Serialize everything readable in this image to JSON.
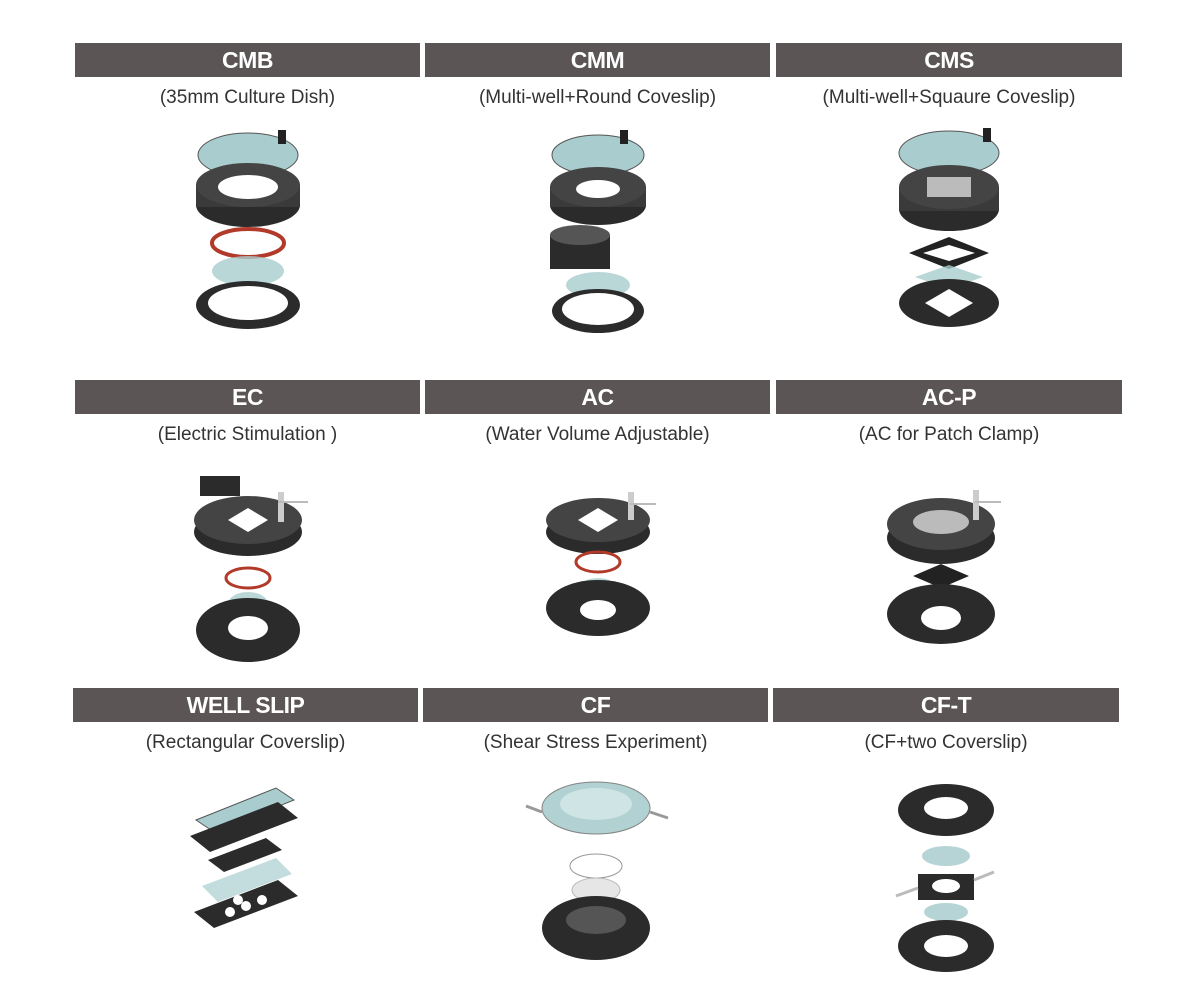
{
  "products": [
    {
      "code": "CMB",
      "desc": "(35mm Culture Dish)",
      "illustration": "cmb-exploded-chamber"
    },
    {
      "code": "CMM",
      "desc": "(Multi-well+Round Coveslip)",
      "illustration": "cmm-exploded-chamber"
    },
    {
      "code": "CMS",
      "desc": "(Multi-well+Squaure Coveslip)",
      "illustration": "cms-exploded-chamber"
    },
    {
      "code": "EC",
      "desc": "(Electric Stimulation )",
      "illustration": "ec-exploded-chamber"
    },
    {
      "code": "AC",
      "desc": "(Water Volume Adjustable)",
      "illustration": "ac-exploded-chamber"
    },
    {
      "code": "AC-P",
      "desc": "(AC for Patch Clamp)",
      "illustration": "acp-exploded-chamber"
    },
    {
      "code": "WELL SLIP",
      "desc": "(Rectangular Coverslip)",
      "illustration": "wellslip-exploded-chamber"
    },
    {
      "code": "CF",
      "desc": "(Shear Stress Experiment)",
      "illustration": "cf-exploded-chamber"
    },
    {
      "code": "CF-T",
      "desc": "(CF+two Coverslip)",
      "illustration": "cft-exploded-chamber"
    }
  ],
  "colors": {
    "header_bg": "#5b5555",
    "header_text": "#ffffff",
    "glass": "#a9cdce",
    "part": "#2b2b2b",
    "oring": "#b23a2a"
  }
}
